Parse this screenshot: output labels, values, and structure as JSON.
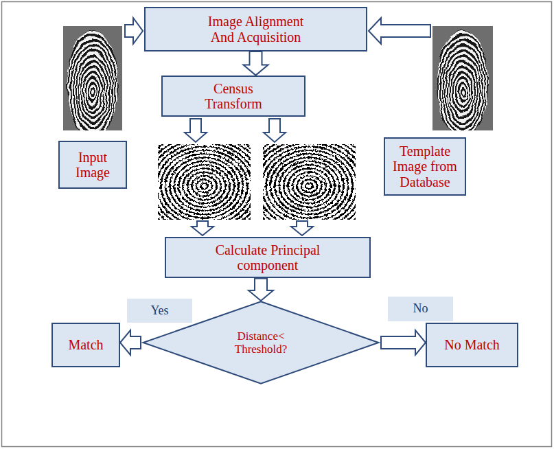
{
  "diagram": {
    "nodes": [
      {
        "text": [
          "Image Alignment And Acquisition"
        ]
      },
      {
        "text": [
          "Census Transform"
        ]
      },
      {
        "text": [
          "Input Image"
        ]
      },
      {
        "text": [
          "Template Image from Database"
        ]
      },
      {
        "text": [
          "Calculate Principal component"
        ]
      },
      {
        "text": [
          "Distance< Threshold?"
        ]
      },
      {
        "text": [
          "Match"
        ]
      },
      {
        "text": [
          "No Match"
        ]
      }
    ],
    "edges": [
      {
        "from": 0,
        "to": 1,
        "arrow": "to"
      },
      {
        "from": 4,
        "to": 5,
        "arrow": "to"
      },
      {
        "from": 5,
        "to": 6,
        "arrow": "to",
        "label": "Yes"
      },
      {
        "from": 5,
        "to": 7,
        "arrow": "to",
        "label": "No"
      }
    ]
  }
}
